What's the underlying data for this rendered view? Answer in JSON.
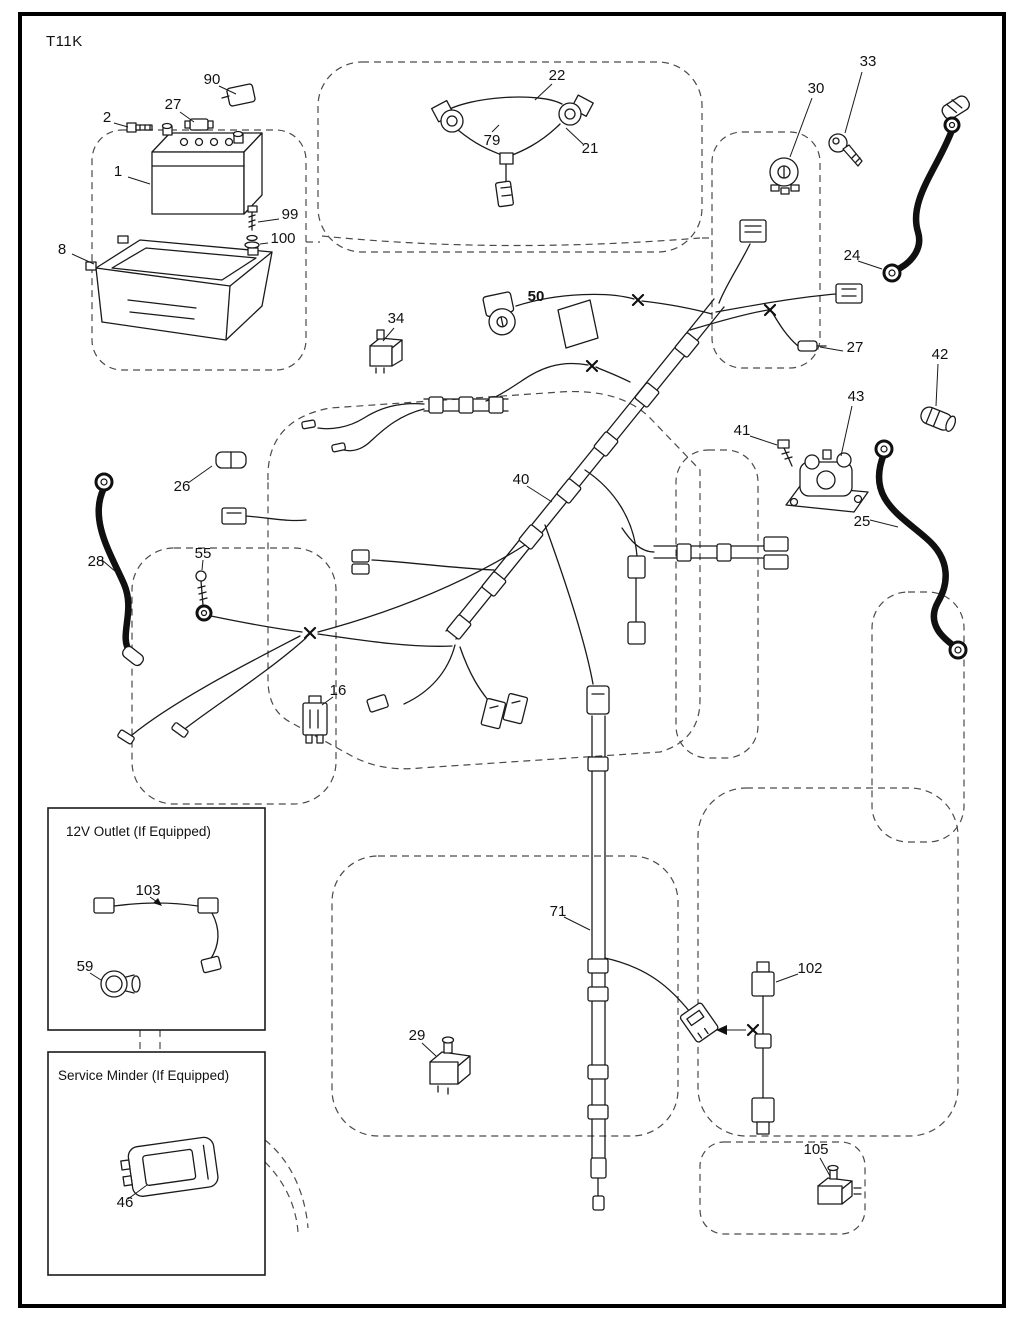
{
  "page": {
    "title": "T11K"
  },
  "colors": {
    "background": "#ffffff",
    "line": "#1a1a1a"
  },
  "insets": {
    "outlet": {
      "label": "12V Outlet (If Equipped)"
    },
    "service_minder": {
      "label": "Service Minder (If Equipped)"
    }
  },
  "callouts": [
    {
      "part": "90",
      "label": "90"
    },
    {
      "part": "27a",
      "label": "27"
    },
    {
      "part": "2",
      "label": "2"
    },
    {
      "part": "1",
      "label": "1"
    },
    {
      "part": "99",
      "label": "99"
    },
    {
      "part": "100",
      "label": "100"
    },
    {
      "part": "8",
      "label": "8"
    },
    {
      "part": "22",
      "label": "22"
    },
    {
      "part": "79",
      "label": "79"
    },
    {
      "part": "21",
      "label": "21"
    },
    {
      "part": "30",
      "label": "30"
    },
    {
      "part": "33",
      "label": "33"
    },
    {
      "part": "24",
      "label": "24"
    },
    {
      "part": "34",
      "label": "34"
    },
    {
      "part": "50",
      "label": "50"
    },
    {
      "part": "27b",
      "label": "27"
    },
    {
      "part": "42",
      "label": "42"
    },
    {
      "part": "43",
      "label": "43"
    },
    {
      "part": "41",
      "label": "41"
    },
    {
      "part": "25",
      "label": "25"
    },
    {
      "part": "26",
      "label": "26"
    },
    {
      "part": "28",
      "label": "28"
    },
    {
      "part": "55",
      "label": "55"
    },
    {
      "part": "40",
      "label": "40"
    },
    {
      "part": "16",
      "label": "16"
    },
    {
      "part": "71",
      "label": "71"
    },
    {
      "part": "102",
      "label": "102"
    },
    {
      "part": "29",
      "label": "29"
    },
    {
      "part": "105",
      "label": "105"
    },
    {
      "part": "59",
      "label": "59"
    },
    {
      "part": "103",
      "label": "103"
    },
    {
      "part": "46",
      "label": "46"
    }
  ]
}
